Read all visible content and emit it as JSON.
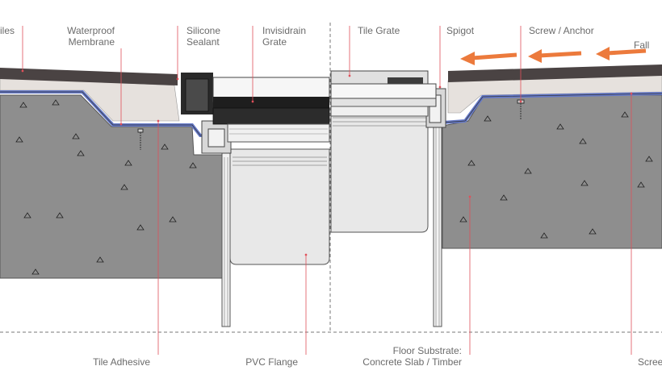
{
  "labels": {
    "tiles": "iles",
    "waterproof_membrane": [
      "Waterproof",
      "Membrane"
    ],
    "silicone_sealant": [
      "Silicone",
      "Sealant"
    ],
    "invisidrain_grate": [
      "Invisidrain",
      "Grate"
    ],
    "tile_grate": "Tile Grate",
    "spigot": "Spigot",
    "screw_anchor": "Screw / Anchor",
    "fall": "Fall",
    "tile_adhesive": "Tile Adhesive",
    "pvc_flange": "PVC Flange",
    "floor_substrate": [
      "Floor Substrate:",
      "Concrete Slab / Timber"
    ],
    "screed": "Scree"
  },
  "colors": {
    "tile": "#4a4343",
    "adhesive": "#e6e1dd",
    "concrete": "#8e8e8e",
    "membrane": "#6478c8",
    "leader": "#e0505a",
    "arrow": "#ec7a3c",
    "pvc": "#e8e8e8",
    "grate_dark": "#2a2a2a"
  },
  "icons": [
    "fall-arrow-icon",
    "screw-icon"
  ]
}
